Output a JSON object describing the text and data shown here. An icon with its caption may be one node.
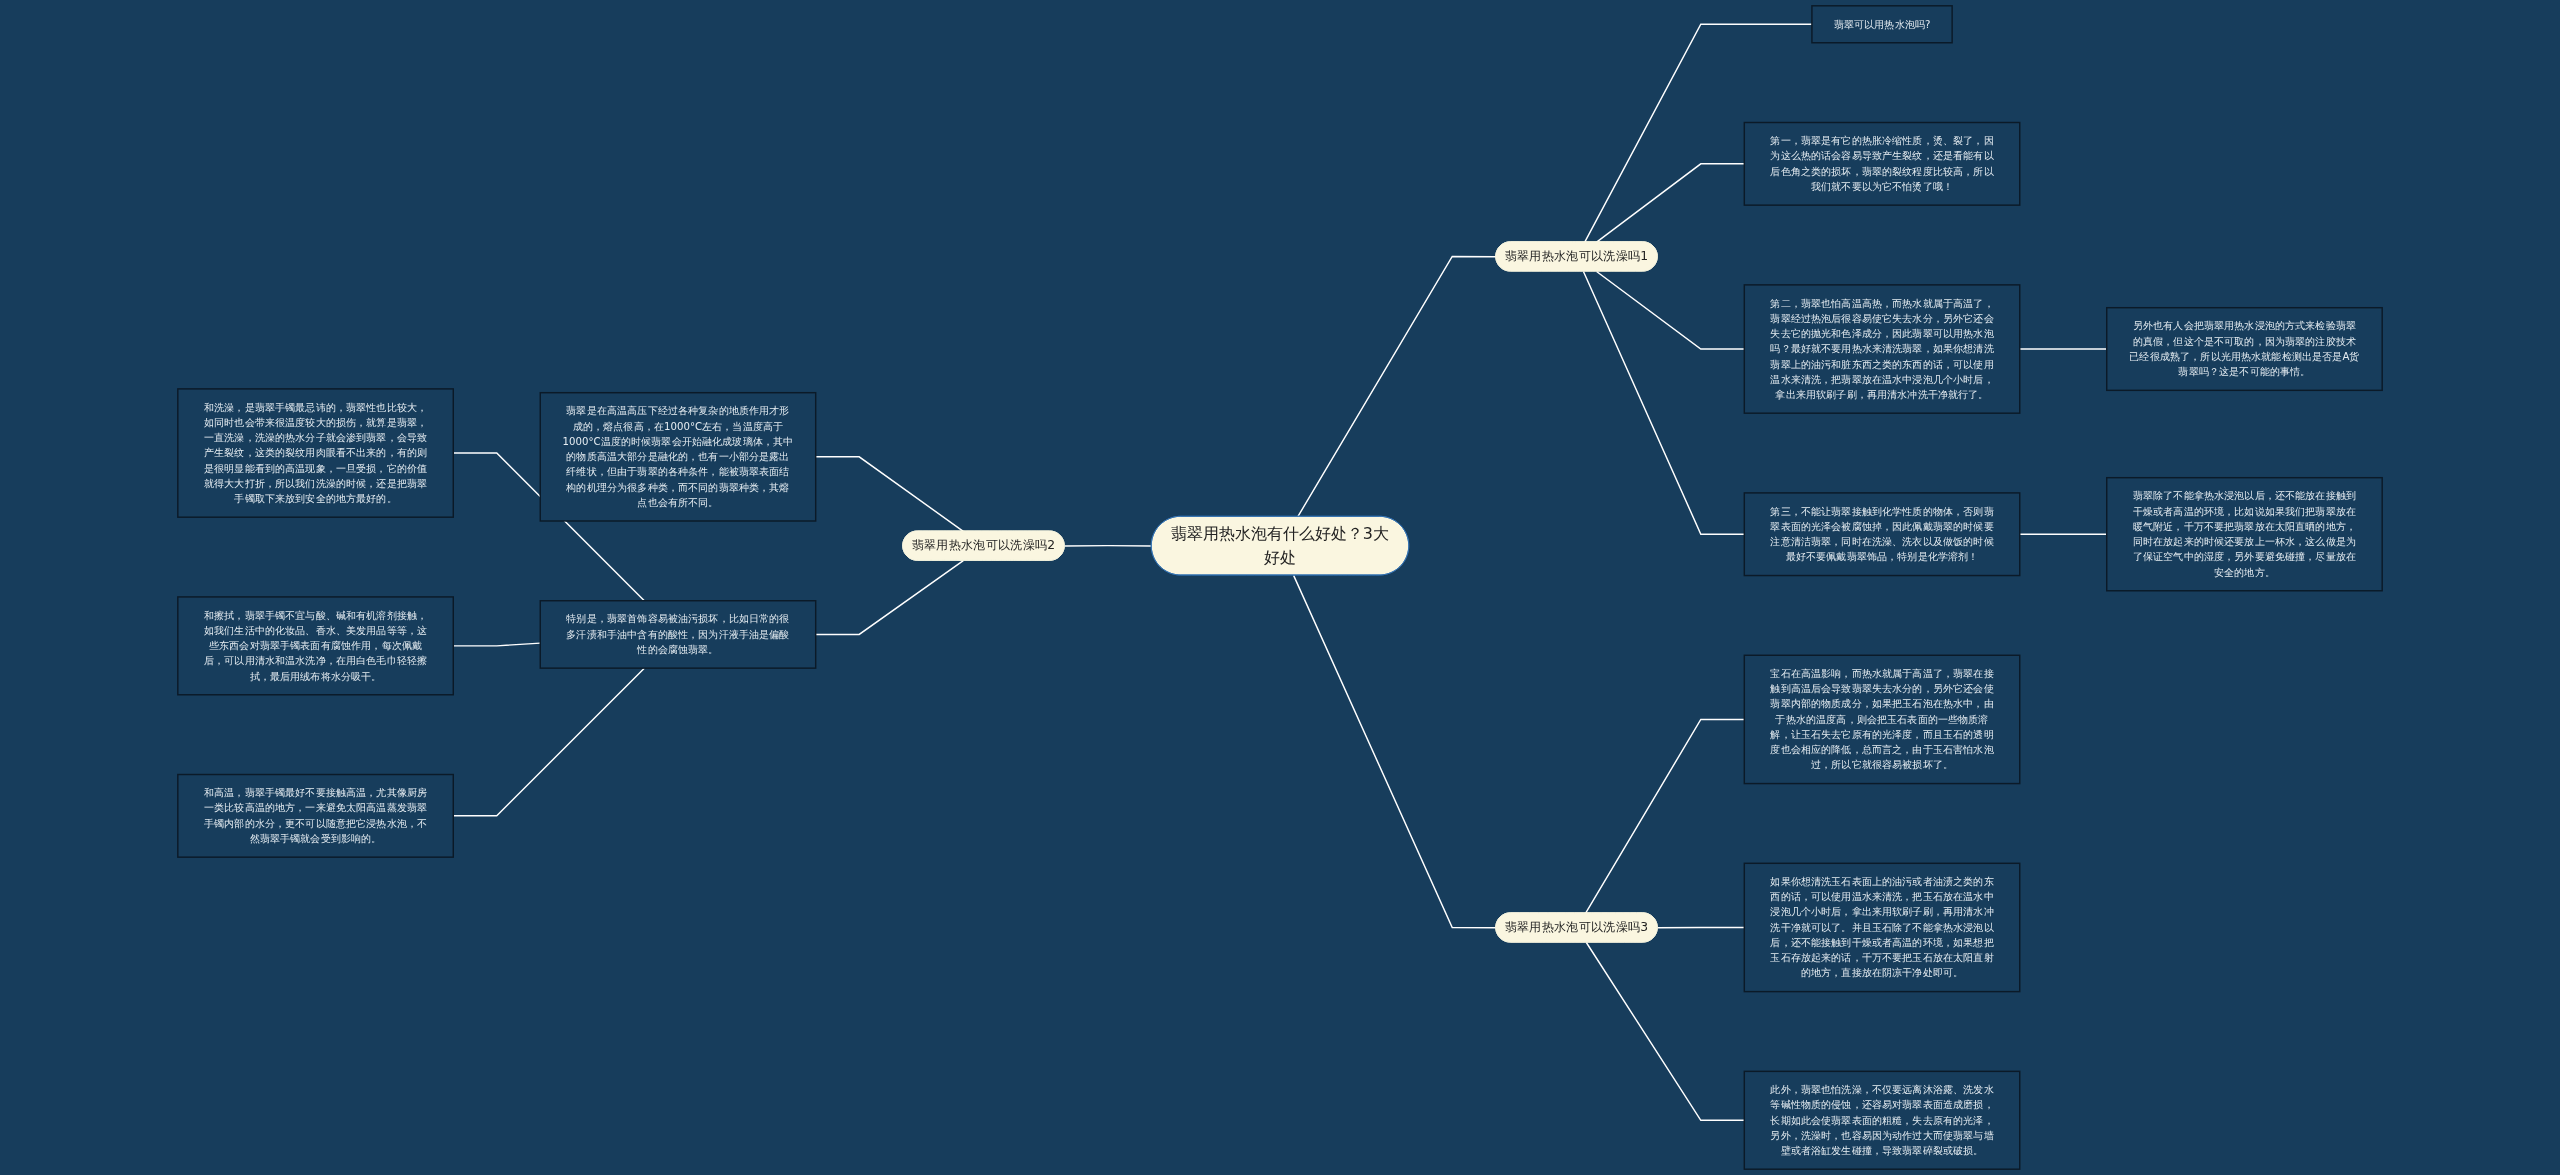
{
  "diagram": {
    "nodes": [
      {
        "text": [
          "翡翠用热水泡有什么好处？3大好处"
        ]
      },
      {
        "text": [
          "翡翠用热水泡可以洗澡吗1"
        ]
      },
      {
        "text": [
          "翡翠可以用热水泡吗?"
        ]
      },
      {
        "text": [
          "第一，翡翠是有它的热胀冷缩性质，烫、裂了，因为这么热的话会容易导致产生裂纹，还是看能有以后色角之类的损坏，翡翠的裂纹程度比较高，所以我们就不要以为它不怕烫了哦！"
        ]
      },
      {
        "text": [
          "第二，翡翠也怕高温高热，而热水就属于高温了，翡翠经过热泡后很容易使它失去水分，另外它还会失去它的抛光和色泽成分，因此翡翠可以用热水泡吗？最好就不要用热水来清洗翡翠，如果你想清洗翡翠上的油污和脏东西之类的东西的话，可以使用温水来清洗，把翡翠放在温水中浸泡几个小时后，拿出来用软刷子刷，再用清水冲洗干净就行了。"
        ]
      },
      {
        "text": [
          "第三，不能让翡翠接触到化学性质的物体，否则翡翠表面的光泽会被腐蚀掉，因此佩戴翡翠的时候要注意清洁翡翠，同时在洗澡、洗衣以及做饭的时候最好不要佩戴翡翠饰品，特别是化学溶剂！"
        ]
      },
      {
        "text": [
          "另外也有人会把翡翠用热水浸泡的方式来检验翡翠的真假，但这个是不可取的，因为翡翠的注胶技术已经很成熟了，所以光用热水就能检测出是否是A货翡翠吗？这是不可能的事情。"
        ]
      },
      {
        "text": [
          "翡翠除了不能拿热水浸泡以后，还不能放在接触到干燥或者高温的环境，比如说如果我们把翡翠放在暖气附近，千万不要把翡翠放在太阳直晒的地方，同时在放起来的时候还要放上一杯水，这么做是为了保证空气中的湿度，另外要避免碰撞，尽量放在安全的地方。"
        ]
      },
      {
        "text": [
          "翡翠用热水泡可以洗澡吗2"
        ]
      },
      {
        "text": [
          "翡翠是在高温高压下经过各种复杂的地质作用才形成的，熔点很高，在1000°C左右，当温度高于1000°C温度的时候翡翠会开始融化成玻璃体，其中的物质高温大部分是融化的，也有一小部分是露出纤维状，但由于翡翠的各种条件，能被翡翠表面结构的机理分为很多种类，而不同的翡翠种类，其熔点也会有所不同。"
        ]
      },
      {
        "text": [
          "特别是，翡翠首饰容易被油污损坏，比如日常的很多汗渍和手油中含有的酸性，因为汗液手油是偏酸性的会腐蚀翡翠。"
        ]
      },
      {
        "text": [
          "和洗澡，是翡翠手镯最忌讳的，翡翠性也比较大，如同时也会带来很温度较大的损伤，就算是翡翠，一直洗澡，洗澡的热水分子就会渗到翡翠，会导致产生裂纹，这类的裂纹用肉眼看不出来的，有的则是很明显能看到的高温现象，一旦受损，它的价值就得大大打折，所以我们洗澡的时候，还是把翡翠手镯取下来放到安全的地方最好的。"
        ]
      },
      {
        "text": [
          "和擦拭，翡翠手镯不宜与酸、碱和有机溶剂接触，如我们生活中的化妆品、香水、美发用品等等，这些东西会对翡翠手镯表面有腐蚀作用，每次佩戴后，可以用清水和温水洗净，在用白色毛巾轻轻擦拭，最后用绒布将水分吸干。"
        ]
      },
      {
        "text": [
          "和高温，翡翠手镯最好不要接触高温，尤其像厨房一类比较高温的地方，一来避免太阳高温蒸发翡翠手镯内部的水分，更不可以随意把它浸热水泡，不然翡翠手镯就会受到影响的。"
        ]
      },
      {
        "text": [
          "翡翠用热水泡可以洗澡吗3"
        ]
      },
      {
        "text": [
          "宝石在高温影响，而热水就属于高温了，翡翠在接触到高温后会导致翡翠失去水分的，另外它还会使翡翠内部的物质成分，如果把玉石泡在热水中，由于热水的温度高，则会把玉石表面的一些物质溶解，让玉石失去它原有的光泽度，而且玉石的透明度也会相应的降低，总而言之，由于玉石害怕水泡过，所以它就很容易被损坏了。"
        ]
      },
      {
        "text": [
          "如果你想清洗玉石表面上的油污或者油渍之类的东西的话，可以使用温水来清洗，把玉石放在温水中浸泡几个小时后，拿出来用软刷子刷，再用清水冲洗干净就可以了。并且玉石除了不能拿热水浸泡以后，还不能接触到干燥或者高温的环境，如果想把玉石存放起来的话，千万不要把玉石放在太阳直射的地方，直接放在阴凉干净处即可。"
        ]
      },
      {
        "text": [
          "此外，翡翠也怕洗澡，不仅要远离沐浴露、洗发水等碱性物质的侵蚀，还容易对翡翠表面造成磨损，长期如此会使翡翠表面的粗糙，失去原有的光泽，另外，洗澡时，也容易因为动作过大而使翡翠与墙壁或者浴缸发生碰撞，导致翡翠碎裂或破损。"
        ]
      }
    ],
    "edges": [
      {
        "from": 0,
        "to": 1,
        "arrow": "none"
      },
      {
        "from": 1,
        "to": 2,
        "arrow": "none"
      },
      {
        "from": 1,
        "to": 3,
        "arrow": "none"
      },
      {
        "from": 1,
        "to": 4,
        "arrow": "none"
      },
      {
        "from": 1,
        "to": 5,
        "arrow": "none"
      },
      {
        "from": 4,
        "to": 6,
        "arrow": "none"
      },
      {
        "from": 5,
        "to": 7,
        "arrow": "none"
      },
      {
        "from": 8,
        "to": 0,
        "arrow": "none"
      },
      {
        "from": 11,
        "to": 10,
        "arrow": "none"
      },
      {
        "from": 12,
        "to": 10,
        "arrow": "none"
      },
      {
        "from": 13,
        "to": 10,
        "arrow": "none"
      },
      {
        "from": 9,
        "to": 8,
        "arrow": "none"
      },
      {
        "from": 10,
        "to": 8,
        "arrow": "none"
      },
      {
        "from": 0,
        "to": 14,
        "arrow": "none"
      },
      {
        "from": 14,
        "to": 15,
        "arrow": "none"
      },
      {
        "from": 14,
        "to": 16,
        "arrow": "none"
      },
      {
        "from": 14,
        "to": 17,
        "arrow": "none"
      }
    ]
  }
}
